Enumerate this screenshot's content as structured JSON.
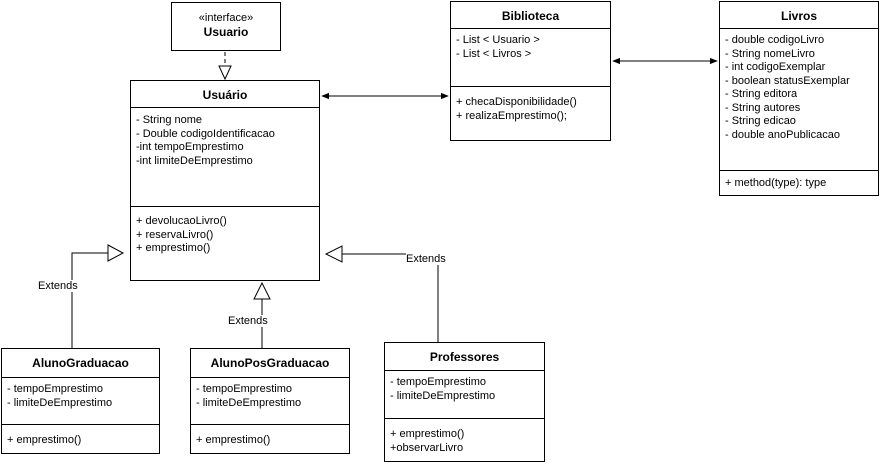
{
  "interface": {
    "stereotype": "«interface»",
    "name": "Usuario"
  },
  "usuario": {
    "name": "Usuário",
    "attributes": [
      "- String nome",
      "- Double codigoIdentificacao",
      "-int tempoEmprestimo",
      "-int limiteDeEmprestimo"
    ],
    "methods": [
      "+ devolucaoLivro()",
      "+ reservaLivro()",
      "+ emprestimo()"
    ]
  },
  "biblioteca": {
    "name": "Biblioteca",
    "attributes": [
      "- List < Usuario >",
      "- List < Livros >"
    ],
    "methods": [
      "+ checaDisponibilidade()",
      "+ realizaEmprestimo();"
    ]
  },
  "livros": {
    "name": "Livros",
    "attributes": [
      "- double codigoLivro",
      "- String nomeLivro",
      "- int codigoExemplar",
      "- boolean statusExemplar",
      "- String editora",
      "- String autores",
      "- String edicao",
      "- double anoPublicacao"
    ],
    "methods": [
      "+ method(type): type"
    ]
  },
  "aluno_graduacao": {
    "name": "AlunoGraduacao",
    "attributes": [
      "- tempoEmprestimo",
      "- limiteDeEmprestimo"
    ],
    "methods": [
      "+ emprestimo()"
    ]
  },
  "aluno_pos": {
    "name": "AlunoPosGraduacao",
    "attributes": [
      "- tempoEmprestimo",
      "- limiteDeEmprestimo"
    ],
    "methods": [
      "+ emprestimo()"
    ]
  },
  "professores": {
    "name": "Professores",
    "attributes": [
      "- tempoEmprestimo",
      "- limiteDeEmprestimo"
    ],
    "methods": [
      "+ emprestimo()",
      "+observarLivro"
    ]
  },
  "labels": {
    "extends_left": "Extends",
    "extends_mid": "Extends",
    "extends_right": "Extends"
  }
}
